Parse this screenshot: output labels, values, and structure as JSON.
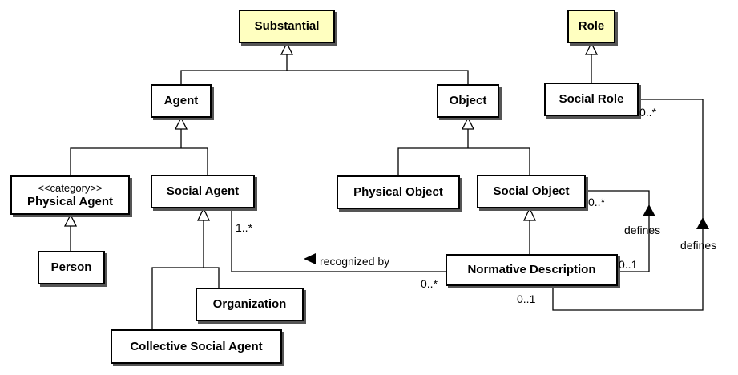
{
  "classes": {
    "substantial": "Substantial",
    "role": "Role",
    "agent": "Agent",
    "object": "Object",
    "social_role": "Social Role",
    "physical_agent": "Physical Agent",
    "physical_agent_stereotype": "<<category>>",
    "social_agent": "Social Agent",
    "physical_object": "Physical Object",
    "social_object": "Social Object",
    "person": "Person",
    "organization": "Organization",
    "normative_description": "Normative Description",
    "collective_social_agent": "Collective Social Agent"
  },
  "labels": {
    "recognized_by": "recognized by",
    "defines_1": "defines",
    "defines_2": "defines"
  },
  "multiplicities": {
    "social_role_defines": "0..*",
    "social_agent_recognized": "1..*",
    "normative_recognized": "0..*",
    "social_object_defines": "0..*",
    "normative_defines_object": "0..1",
    "normative_defines_role": "0..1"
  },
  "colors": {
    "top_level_fill": "#ffffc0",
    "class_fill": "#ffffff",
    "line": "#000000"
  }
}
